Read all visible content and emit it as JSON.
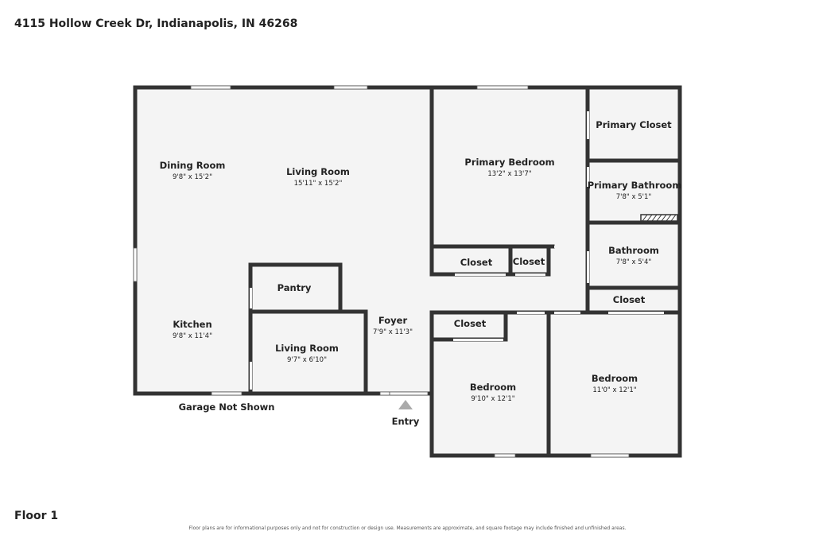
{
  "header": {
    "address": "4115 Hollow Creek Dr, Indianapolis, IN 46268"
  },
  "footer": {
    "floor": "Floor 1",
    "disclaimer": "Floor plans are for informational purposes only and not for construction or design use. Measurements are approximate, and square footage may include finished and unfinished areas."
  },
  "colors": {
    "wall": "#333333",
    "floor": "#f4f4f4",
    "window": "#ffffff",
    "entry_marker": "#aaaaaa",
    "stairs_hatch": "#333333"
  },
  "rooms": {
    "dining_room": {
      "name": "Dining Room",
      "dims": "9'8\" x 15'2\""
    },
    "living_room_main": {
      "name": "Living Room",
      "dims": "15'11\" x 15'2\""
    },
    "primary_bedroom": {
      "name": "Primary Bedroom",
      "dims": "13'2\" x 13'7\""
    },
    "primary_closet": {
      "name": "Primary Closet"
    },
    "primary_bathroom": {
      "name": "Primary Bathroom",
      "dims": "7'8\" x 5'1\""
    },
    "bathroom": {
      "name": "Bathroom",
      "dims": "7'8\" x 5'4\""
    },
    "closet_1": {
      "name": "Closet"
    },
    "closet_2": {
      "name": "Closet"
    },
    "closet_3": {
      "name": "Closet"
    },
    "closet_4": {
      "name": "Closet"
    },
    "pantry": {
      "name": "Pantry"
    },
    "kitchen": {
      "name": "Kitchen",
      "dims": "9'8\" x 11'4\""
    },
    "living_room_small": {
      "name": "Living Room",
      "dims": "9'7\" x 6'10\""
    },
    "foyer": {
      "name": "Foyer",
      "dims": "7'9\" x 11'3\""
    },
    "bedroom_1": {
      "name": "Bedroom",
      "dims": "9'10\" x 12'1\""
    },
    "bedroom_2": {
      "name": "Bedroom",
      "dims": "11'0\" x 12'1\""
    }
  },
  "labels": {
    "garage": "Garage Not Shown",
    "entry": "Entry"
  }
}
